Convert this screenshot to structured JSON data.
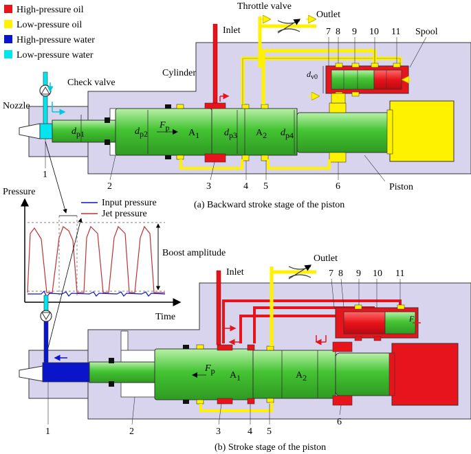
{
  "colors": {
    "high_pressure_oil": "#e8141b",
    "low_pressure_oil": "#fff200",
    "high_pressure_water": "#0a14c8",
    "low_pressure_water": "#00e5ee",
    "housing": "#d8d4ee",
    "piston": "#55cc44"
  },
  "legend": [
    {
      "label": "High-pressure oil",
      "color": "#e8141b"
    },
    {
      "label": "Low-pressure oil",
      "color": "#fff200"
    },
    {
      "label": "High-pressure water",
      "color": "#0a14c8"
    },
    {
      "label": "Low-pressure water",
      "color": "#00e5ee"
    }
  ],
  "top": {
    "throttle_valve": "Throttle valve",
    "outlet": "Outlet",
    "inlet": "Inlet",
    "spool": "Spool",
    "cylinder": "Cylinder",
    "check_valve": "Check valve",
    "nozzle": "Nozzle",
    "piston": "Piston",
    "dp1": "d",
    "dp1_sub": "p1",
    "dp2": "d",
    "dp2_sub": "p2",
    "dp3": "d",
    "dp3_sub": "p3",
    "dp4": "d",
    "dp4_sub": "p4",
    "fp": "F",
    "fp_sub": "p",
    "a1": "A",
    "a1_sub": "1",
    "a2": "A",
    "a2_sub": "2",
    "dv0": "d",
    "dv0_sub": "v0",
    "numbers": [
      "7",
      "8",
      "9",
      "10",
      "11"
    ],
    "bottom_numbers": [
      "1",
      "2",
      "3",
      "4",
      "5",
      "6"
    ],
    "caption": "(a) Backward stroke stage of the piston"
  },
  "plot": {
    "y_label": "Pressure",
    "x_label": "Time",
    "legend": [
      "Input pressure",
      "Jet pressure"
    ],
    "boost": "Boost amplitude"
  },
  "bottom": {
    "inlet": "Inlet",
    "outlet": "Outlet",
    "fp": "F",
    "fp_sub": "p",
    "a1": "A",
    "a1_sub": "1",
    "a2": "A",
    "a2_sub": "2",
    "numbers": [
      "7",
      "8",
      "9",
      "10",
      "11"
    ],
    "bottom_numbers": [
      "1",
      "2",
      "3",
      "4",
      "5",
      "6"
    ],
    "caption": "(b)  Stroke stage of the piston"
  }
}
